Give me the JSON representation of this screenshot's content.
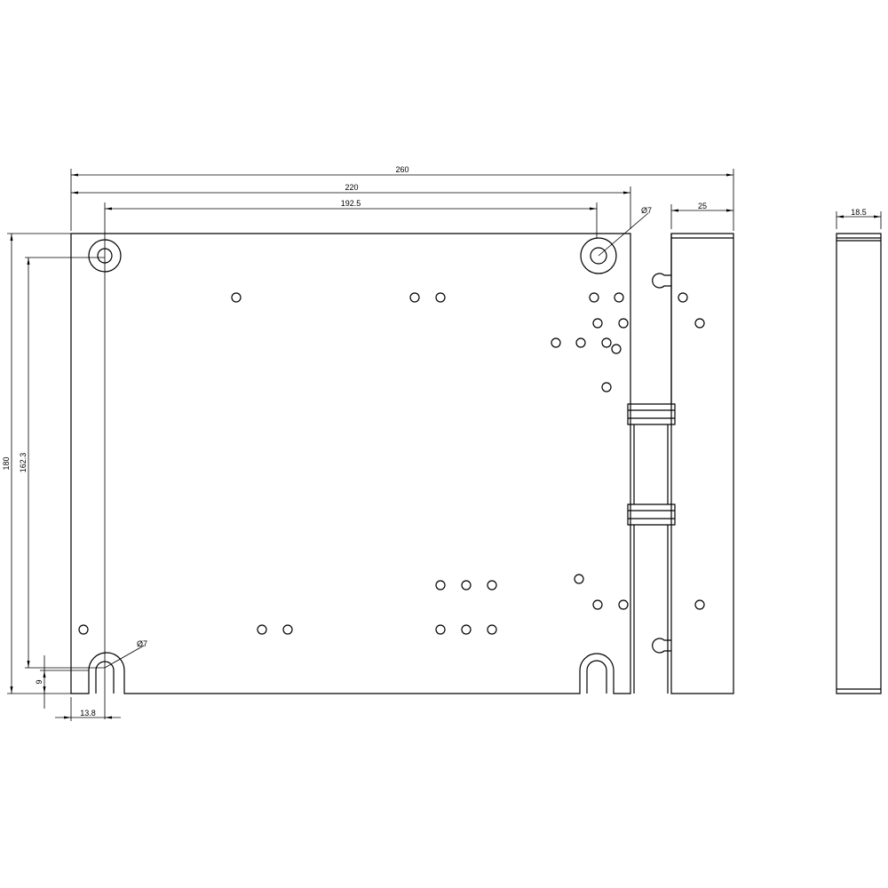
{
  "drawing": {
    "dimensions": {
      "overall_width": "260",
      "plate_width": "220",
      "hole_spacing_x": "192.5",
      "hole_dia_top": "Ø7",
      "side_depth": "25",
      "end_thickness": "18.5",
      "overall_height": "180",
      "hole_spacing_y": "162.3",
      "slot_offset_y": "9",
      "hole_offset_x": "13.8",
      "hole_dia_bottom": "Ø7"
    }
  }
}
